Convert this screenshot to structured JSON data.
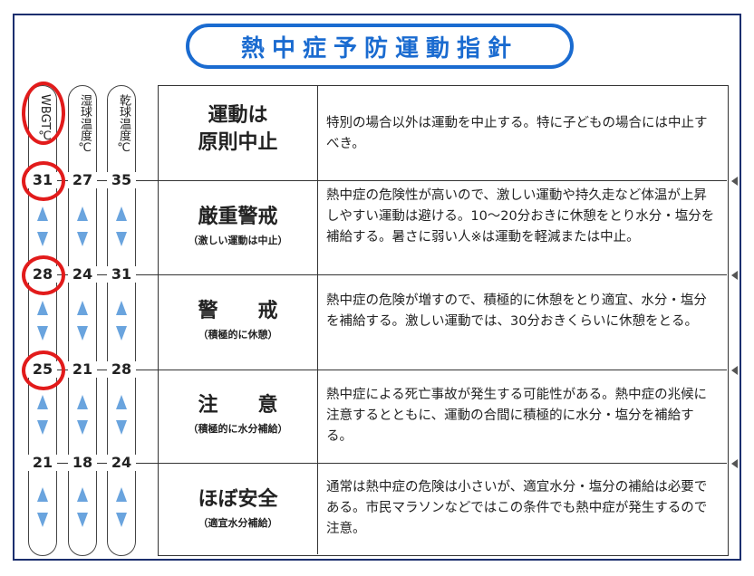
{
  "title": "熱中症予防運動指針",
  "columns": {
    "wbgt": {
      "header": "WBGT℃",
      "values": [
        "31",
        "28",
        "25",
        "21"
      ]
    },
    "wet_bulb": {
      "header": "湿球温度℃",
      "values": [
        "27",
        "24",
        "21",
        "18"
      ]
    },
    "dry_bulb": {
      "header": "乾球温度℃",
      "values": [
        "35",
        "31",
        "28",
        "24"
      ]
    }
  },
  "levels": [
    {
      "name": "運動は\n原則中止",
      "sub": "",
      "desc": "特別の場合以外は運動を中止する。特に子どもの場合には中止すべき。"
    },
    {
      "name": "厳重警戒",
      "sub": "（激しい運動は中止）",
      "desc": "熱中症の危険性が高いので、激しい運動や持久走など体温が上昇しやすい運動は避ける。10〜20分おきに休憩をとり水分・塩分を補給する。暑さに弱い人※は運動を軽減または中止。"
    },
    {
      "name": "警　　戒",
      "sub": "（積極的に休憩）",
      "desc": "熱中症の危険が増すので、積極的に休憩をとり適宜、水分・塩分を補給する。激しい運動では、30分おきくらいに休憩をとる。"
    },
    {
      "name": "注　　意",
      "sub": "（積極的に水分補給）",
      "desc": "熱中症による死亡事故が発生する可能性がある。熱中症の兆候に注意するとともに、運動の合間に積極的に水分・塩分を補給する。"
    },
    {
      "name": "ほぼ安全",
      "sub": "（適宜水分補給）",
      "desc": "通常は熱中症の危険は小さいが、適宜水分・塩分の補給は必要である。市民マラソンなどではこの条件でも熱中症が発生するので注意。"
    }
  ],
  "colors": {
    "title": "#1a6bd0",
    "arrow": "#6aa4de",
    "highlight": "#e21b1b"
  }
}
